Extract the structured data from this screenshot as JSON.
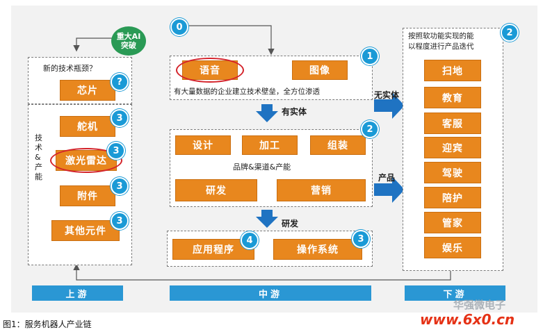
{
  "ai_bubble": {
    "line1": "重大AI",
    "line2": "突破"
  },
  "left_panel": {
    "question": "新的技术瓶颈？",
    "side_label": "技术&产能",
    "chip": "芯片",
    "items": [
      "舵机",
      "激光雷达",
      "附件",
      "其他元件"
    ]
  },
  "top_center": {
    "voice": "语音",
    "image": "图像",
    "note": "有大量数据的企业建立技术壁垒，全方位渗透"
  },
  "arrows": {
    "has_entity": "有实体",
    "no_entity": "无实体",
    "product": "产品",
    "rnd": "研发"
  },
  "middle_center": {
    "design": "设计",
    "process": "加工",
    "assembly": "组装",
    "note": "品牌&渠道&产能",
    "rnd": "研发",
    "marketing": "营销"
  },
  "bottom_center": {
    "app": "应用程序",
    "os": "操作系统"
  },
  "right_panel": {
    "header_line1": "按照软功能实现的能",
    "header_line2": "以程度进行产品迭代",
    "items": [
      "扫地",
      "教育",
      "客服",
      "迎宾",
      "驾驶",
      "陪护",
      "管家",
      "娱乐"
    ]
  },
  "badges": {
    "zero": "0",
    "one": "1",
    "two_mid": "2",
    "two_right": "2",
    "q": "?",
    "three_a": "3",
    "three_b": "3",
    "three_c": "3",
    "three_d": "3",
    "three_os": "3",
    "four": "4"
  },
  "bands": {
    "upstream": "上游",
    "midstream": "中游",
    "downstream": "下游"
  },
  "caption": "图1：服务机器人产业链",
  "watermark": {
    "brand": "华强微电子",
    "site": "www.6x0.cn"
  },
  "colors": {
    "orange": "#e8871e",
    "blue": "#1a9ad6",
    "green": "#2a9a55",
    "red": "#d4232a"
  }
}
